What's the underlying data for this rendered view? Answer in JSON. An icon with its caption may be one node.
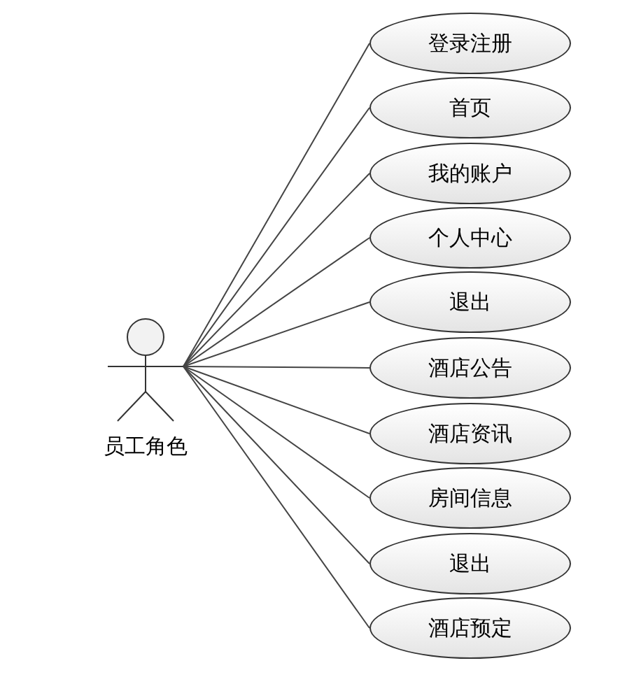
{
  "diagram": {
    "nodes": [
      {
        "text": [
          "员工角色"
        ]
      },
      {
        "text": [
          "登录注册"
        ]
      },
      {
        "text": [
          "首页"
        ]
      },
      {
        "text": [
          "我的账户"
        ]
      },
      {
        "text": [
          "个人中心"
        ]
      },
      {
        "text": [
          "退出"
        ]
      },
      {
        "text": [
          "酒店公告"
        ]
      },
      {
        "text": [
          "酒店资讯"
        ]
      },
      {
        "text": [
          "房间信息"
        ]
      },
      {
        "text": [
          "退出"
        ]
      },
      {
        "text": [
          "酒店预定"
        ]
      }
    ],
    "edges": [
      {
        "from": 0,
        "to": 1,
        "arrow": "none"
      },
      {
        "from": 0,
        "to": 2,
        "arrow": "none"
      },
      {
        "from": 0,
        "to": 3,
        "arrow": "none"
      },
      {
        "from": 0,
        "to": 4,
        "arrow": "none"
      },
      {
        "from": 0,
        "to": 5,
        "arrow": "none"
      },
      {
        "from": 0,
        "to": 6,
        "arrow": "none"
      },
      {
        "from": 0,
        "to": 7,
        "arrow": "none"
      },
      {
        "from": 0,
        "to": 8,
        "arrow": "none"
      },
      {
        "from": 0,
        "to": 9,
        "arrow": "none"
      },
      {
        "from": 0,
        "to": 10,
        "arrow": "none"
      }
    ]
  }
}
